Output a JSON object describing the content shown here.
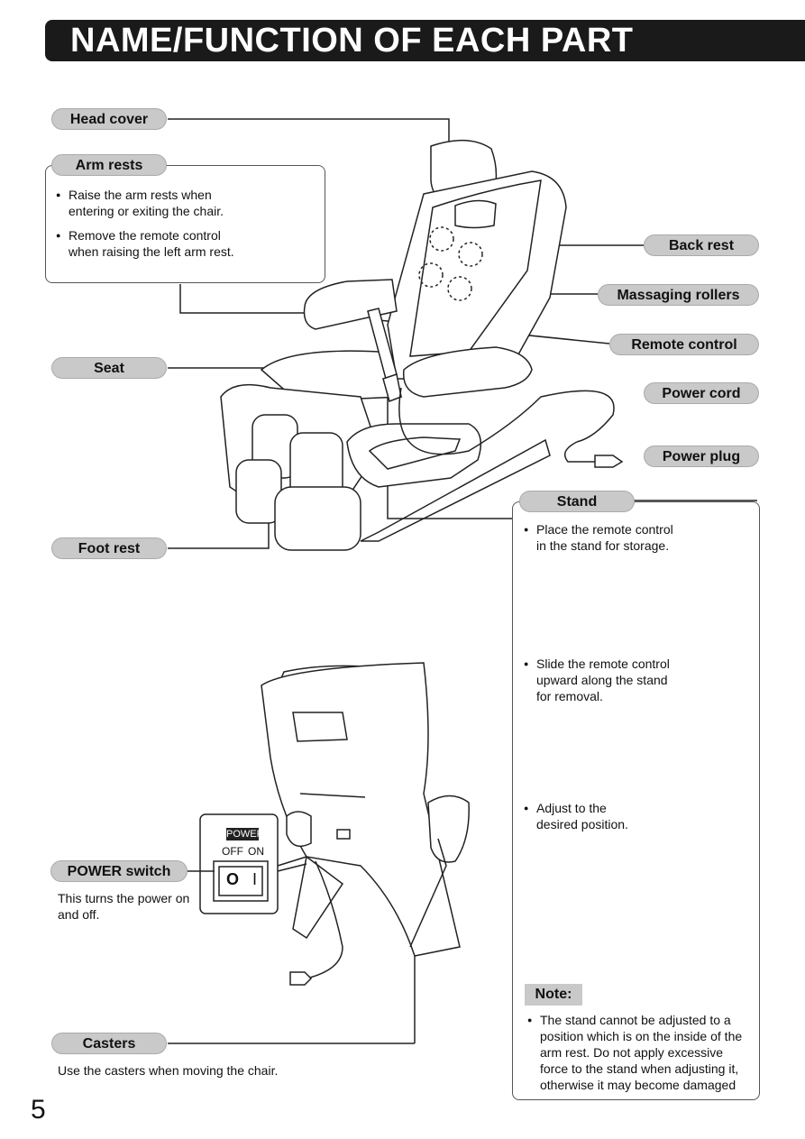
{
  "header": {
    "title": "NAME/FUNCTION OF EACH PART"
  },
  "labels": {
    "head_cover": "Head cover",
    "arm_rests": "Arm rests",
    "seat": "Seat",
    "foot_rest": "Foot rest",
    "back_rest": "Back rest",
    "massaging_rollers": "Massaging rollers",
    "remote_control": "Remote control",
    "power_cord": "Power cord",
    "power_plug": "Power plug",
    "stand": "Stand",
    "power_switch": "POWER switch",
    "casters": "Casters",
    "note": "Note:"
  },
  "arm_rests_notes": [
    "Raise the arm rests when entering or exiting the chair.",
    "Remove the remote control when raising the left arm rest."
  ],
  "stand_notes": [
    "Place the remote control in the stand for storage.",
    "Slide the remote control upward along the stand for removal.",
    "Adjust to the desired position."
  ],
  "note_text": "The stand cannot be adjusted to a position which is on the inside of the arm rest. Do not apply excessive force to the stand when adjusting it, otherwise it may become damaged",
  "power_switch_desc": "This turns the power on and off.",
  "casters_desc": "Use the casters when moving the chair.",
  "switch_panel": {
    "title": "POWER",
    "off": "OFF",
    "on": "ON",
    "off_symbol": "O",
    "on_symbol": "I"
  },
  "page_number": "5"
}
